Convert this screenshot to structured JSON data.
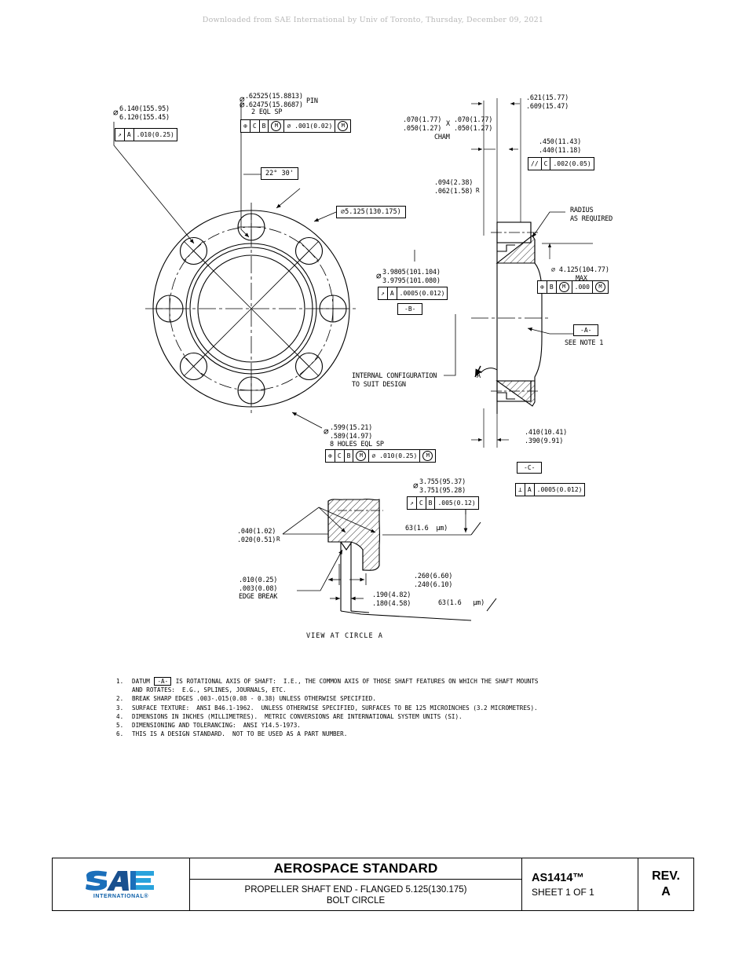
{
  "download_notice": "Downloaded from SAE International by Univ of Toronto, Thursday, December 09, 2021",
  "drawing": {
    "view_label_detail": "VIEW AT CIRCLE A",
    "section_letter": "A",
    "annotations": {
      "od_dim_line1": "6.140(155.95)",
      "od_dim_line2": "6.120(155.45)",
      "od_fcf_datum": "A",
      "od_fcf_tol": ".010(0.25)",
      "pin_dim_line1": ".62525(15.8813)",
      "pin_dim_line2": ".62475(15.8687)",
      "pin_label": "PIN",
      "pin_qty": "2 EQL SP",
      "pin_fcf_d1": "C",
      "pin_fcf_d2": "B",
      "pin_fcf_d2_mod": "M",
      "pin_fcf_tol": ".001(0.02)",
      "pin_fcf_tol_mod": "M",
      "angle_dim": "22°  30'",
      "bolt_circle_dim": "5.125(130.175)",
      "pilot_dim_line1": "3.9805(101.104)",
      "pilot_dim_line2": "3.9795(101.080)",
      "pilot_fcf_datum": "A",
      "pilot_fcf_tol": ".0005(0.012)",
      "datum_b": "-B-",
      "datum_a": "-A-",
      "datum_a_note": "SEE NOTE 1",
      "datum_c": "-C-",
      "cham_line1": ".070(1.77)",
      "cham_line2": ".050(1.27)",
      "cham_x": "X",
      "cham_line3": ".070(1.77)",
      "cham_line4": ".050(1.27)",
      "cham_label": "CHAM",
      "radius_line1": ".094(2.38)",
      "radius_line2": ".062(1.58)",
      "radius_sub": "R",
      "thickness_line1": ".621(15.77)",
      "thickness_line2": ".609(15.47)",
      "flange_thk_line1": ".450(11.43)",
      "flange_thk_line2": ".440(11.18)",
      "parallel_fcf_datum": "C",
      "parallel_fcf_tol": ".002(0.05)",
      "radius_req_line1": "RADIUS",
      "radius_req_line2": "AS REQUIRED",
      "max_dia_dim": "4.125(104.77)",
      "max_label": "MAX",
      "max_fcf_datum": "B",
      "max_fcf_datum_mod": "M",
      "max_fcf_tol": ".000",
      "max_fcf_tol_mod": "M",
      "internal_config_line1": "INTERNAL CONFIGURATION",
      "internal_config_line2": "TO SUIT DESIGN",
      "holes_line1": ".599(15.21)",
      "holes_line2": ".589(14.97)",
      "holes_qty": "8 HOLES EQL SP",
      "holes_fcf_d1": "C",
      "holes_fcf_d2": "B",
      "holes_fcf_d2_mod": "M",
      "holes_fcf_tol": ".010(0.25)",
      "holes_fcf_tol_mod": "M",
      "face_dim_line1": "3.755(95.37)",
      "face_dim_line2": "3.751(95.28)",
      "face_fcf_d1": "C",
      "face_fcf_d2": "B",
      "face_fcf_tol": ".005(0.12)",
      "hub_dim_line1": ".410(10.41)",
      "hub_dim_line2": ".390(9.91)",
      "perp_fcf_datum": "A",
      "perp_fcf_tol": ".0005(0.012)",
      "detail_r_line1": ".040(1.02)",
      "detail_r_line2": ".020(0.51)",
      "detail_r_sub": "R",
      "edge_break_line1": ".010(0.25)",
      "edge_break_line2": ".003(0.08)",
      "edge_break_label": "EDGE BREAK",
      "detail_w_line1": ".260(6.60)",
      "detail_w_line2": ".240(6.10)",
      "detail_t_line1": ".190(4.82)",
      "detail_t_line2": ".180(4.58)",
      "surface_finish_1": "63(1.6  µm)",
      "surface_finish_2": "63(1.6   µm)"
    }
  },
  "notes": [
    {
      "num": "1.",
      "text_before": "DATUM ",
      "datum": "-A-",
      "text_after": " IS ROTATIONAL AXIS OF SHAFT:  I.E., THE COMMON AXIS OF THOSE SHAFT FEATURES ON WHICH THE SHAFT MOUNTS\nAND ROTATES:  E.G., SPLINES, JOURNALS, ETC."
    },
    {
      "num": "2.",
      "text_before": "BREAK SHARP EDGES .003-.015(0.08 - 0.38) UNLESS OTHERWISE SPECIFIED.",
      "datum": "",
      "text_after": ""
    },
    {
      "num": "3.",
      "text_before": "SURFACE TEXTURE:  ANSI B46.1-1962.  UNLESS OTHERWISE SPECIFIED, SURFACES TO BE 125 MICROINCHES (3.2 MICROMETRES).",
      "datum": "",
      "text_after": ""
    },
    {
      "num": "4.",
      "text_before": "DIMENSIONS IN INCHES (MILLIMETRES).  METRIC CONVERSIONS ARE INTERNATIONAL SYSTEM UNITS (SI).",
      "datum": "",
      "text_after": ""
    },
    {
      "num": "5.",
      "text_before": "DIMENSIONING AND TOLERANCING:  ANSI Y14.5-1973.",
      "datum": "",
      "text_after": ""
    },
    {
      "num": "6.",
      "text_before": "THIS IS A DESIGN STANDARD.  NOT TO BE USED AS A PART NUMBER.",
      "datum": "",
      "text_after": ""
    }
  ],
  "title_block": {
    "logo_text": "SAE",
    "logo_subtext": "INTERNATIONAL®",
    "title": "AEROSPACE STANDARD",
    "subtitle": "PROPELLER SHAFT END - FLANGED 5.125(130.175)\nBOLT CIRCLE",
    "doc_number": "AS1414™",
    "sheet": "SHEET 1 OF 1",
    "rev_label": "REV.",
    "rev_value": "A"
  },
  "colors": {
    "ink": "#000000",
    "watermark": "#b9b9b9",
    "sae_blue_dark": "#0b5ea8",
    "sae_blue_light": "#29a3dc"
  }
}
